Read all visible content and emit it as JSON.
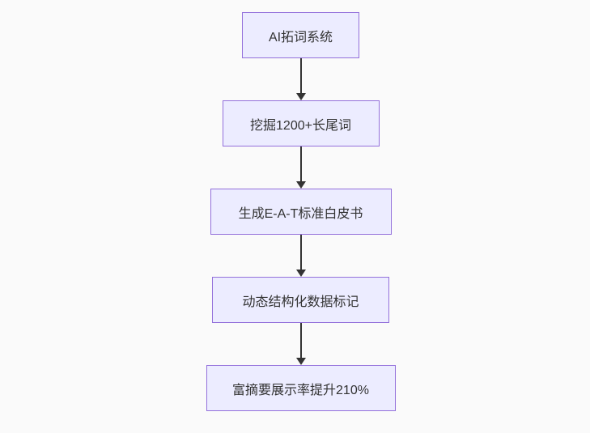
{
  "diagram": {
    "type": "flowchart",
    "direction": "top-down",
    "colors": {
      "background": "#fafafa",
      "node_fill": "#ECECFF",
      "node_border": "#9370DB",
      "text": "#333333",
      "arrow": "#333333"
    },
    "nodes": [
      {
        "id": "A",
        "label": "AI拓词系统"
      },
      {
        "id": "B",
        "label": "挖掘1200+长尾词"
      },
      {
        "id": "C",
        "label": "生成E-A-T标准白皮书"
      },
      {
        "id": "D",
        "label": "动态结构化数据标记"
      },
      {
        "id": "E",
        "label": "富摘要展示率提升210%"
      }
    ],
    "edges": [
      {
        "from": "A",
        "to": "B",
        "arrow": "down"
      },
      {
        "from": "B",
        "to": "C",
        "arrow": "down"
      },
      {
        "from": "C",
        "to": "D",
        "arrow": "down"
      },
      {
        "from": "D",
        "to": "E",
        "arrow": "down"
      }
    ]
  }
}
